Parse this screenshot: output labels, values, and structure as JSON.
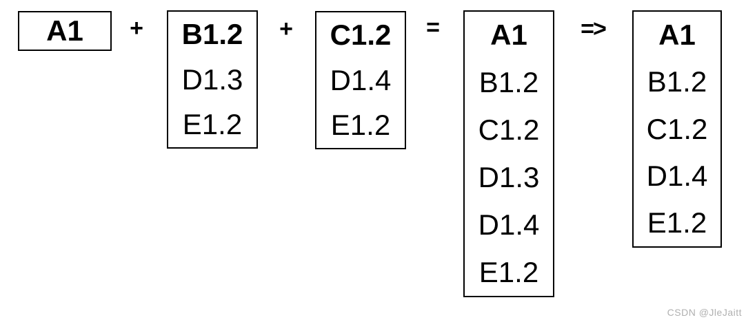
{
  "diagram": {
    "boxes": [
      {
        "id": "box-a",
        "items": [
          "A1"
        ]
      },
      {
        "id": "box-b",
        "items": [
          "B1.2",
          "D1.3",
          "E1.2"
        ]
      },
      {
        "id": "box-c",
        "items": [
          "C1.2",
          "D1.4",
          "E1.2"
        ]
      },
      {
        "id": "box-merged",
        "items": [
          "A1",
          "B1.2",
          "C1.2",
          "D1.3",
          "D1.4",
          "E1.2"
        ]
      },
      {
        "id": "box-result",
        "items": [
          "A1",
          "B1.2",
          "C1.2",
          "D1.4",
          "E1.2"
        ]
      }
    ],
    "operators": {
      "plus1": "+",
      "plus2": "+",
      "equals": "=",
      "arrow": "=>"
    }
  },
  "watermark": {
    "text": "CSDN @JleJaitt",
    "color": "#b0b0b0"
  },
  "colors": {
    "text": "#000000",
    "border": "#000000",
    "background": "#ffffff"
  }
}
